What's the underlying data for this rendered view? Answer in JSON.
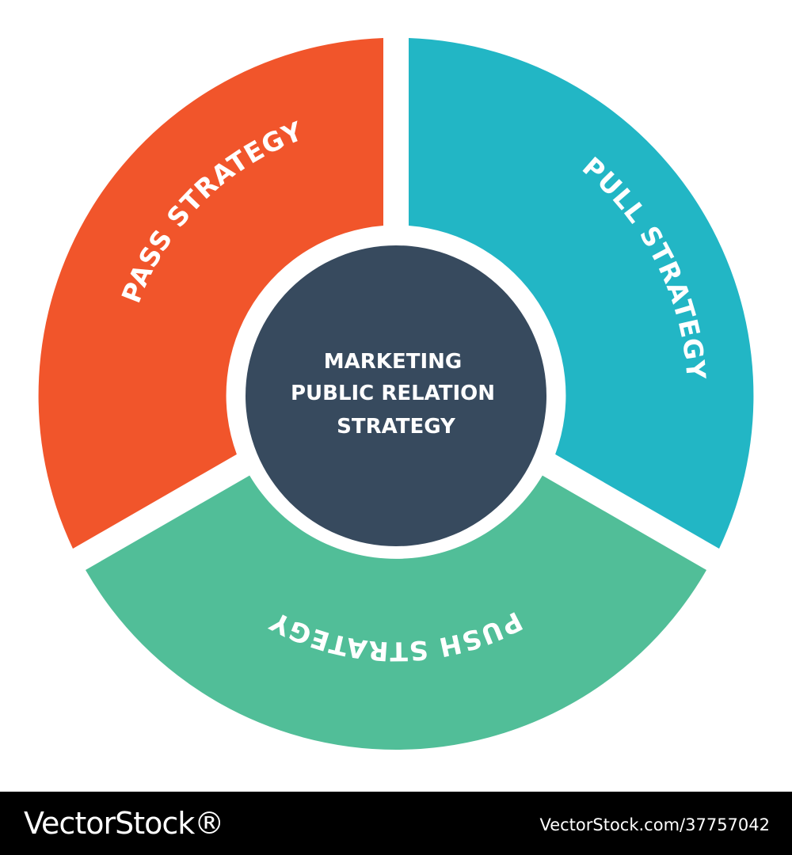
{
  "diagram": {
    "center": {
      "lines": [
        "MARKETING",
        "PUBLIC RELATION",
        "STRATEGY"
      ],
      "color": "#374a5e"
    },
    "segments": [
      {
        "label": "PASS STRATEGY",
        "color": "#f1552b"
      },
      {
        "label": "PULL STRATEGY",
        "color": "#22b6c5"
      },
      {
        "label": "PUSH STRATEGY",
        "color": "#51be98"
      }
    ]
  },
  "footer": {
    "brand": "VectorStock®",
    "image_id": "VectorStock.com/37757042"
  }
}
